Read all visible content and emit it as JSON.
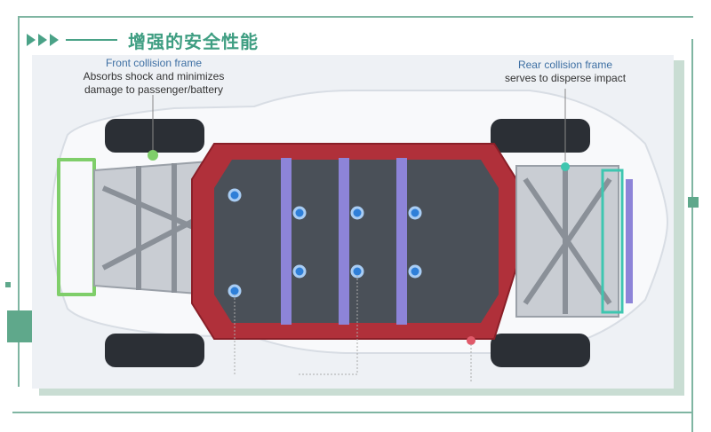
{
  "title": "增强的安全性能",
  "front_label": {
    "heading": "Front collision frame",
    "line1": "Absorbs shock and minimizes",
    "line2": "damage to passenger/battery"
  },
  "rear_label": {
    "heading": "Rear collision frame",
    "line1": "serves to disperse impact"
  },
  "colors": {
    "accent": "#4aa287",
    "frame_line": "#7fb5a2",
    "front_frame": "#7fce6a",
    "battery_frame": "#b0303a",
    "rear_frame": "#3ec6b0",
    "battery": "#4a5058",
    "crossbar": "#8d84d8",
    "bolt": "#2f7fd8"
  }
}
